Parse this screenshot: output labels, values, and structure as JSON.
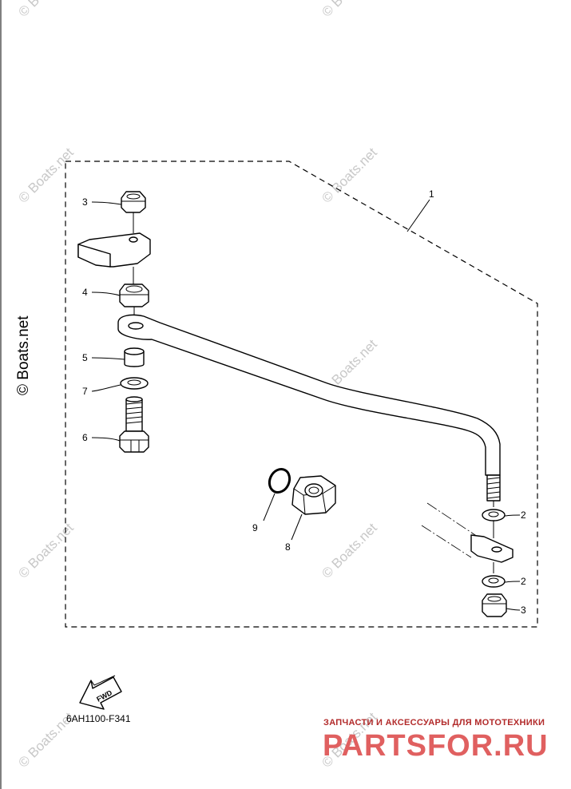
{
  "callouts": [
    {
      "id": "1",
      "label": "1"
    },
    {
      "id": "2a",
      "label": "2"
    },
    {
      "id": "2b",
      "label": "2"
    },
    {
      "id": "3a",
      "label": "3"
    },
    {
      "id": "3b",
      "label": "3"
    },
    {
      "id": "4",
      "label": "4"
    },
    {
      "id": "5",
      "label": "5"
    },
    {
      "id": "6",
      "label": "6"
    },
    {
      "id": "7",
      "label": "7"
    },
    {
      "id": "8",
      "label": "8"
    },
    {
      "id": "9",
      "label": "9"
    }
  ],
  "direction_label": "FWD",
  "diagram_code": "6AH1100-F341",
  "watermark": {
    "text": "© Boats.net",
    "color": "#c8c8c8"
  },
  "shop": {
    "subtitle": "ЗАПЧАСТИ И АКСЕССУАРЫ ДЛЯ МОТОТЕХНИКИ",
    "name": "PARTSFOR.RU",
    "color": "#e06060"
  }
}
